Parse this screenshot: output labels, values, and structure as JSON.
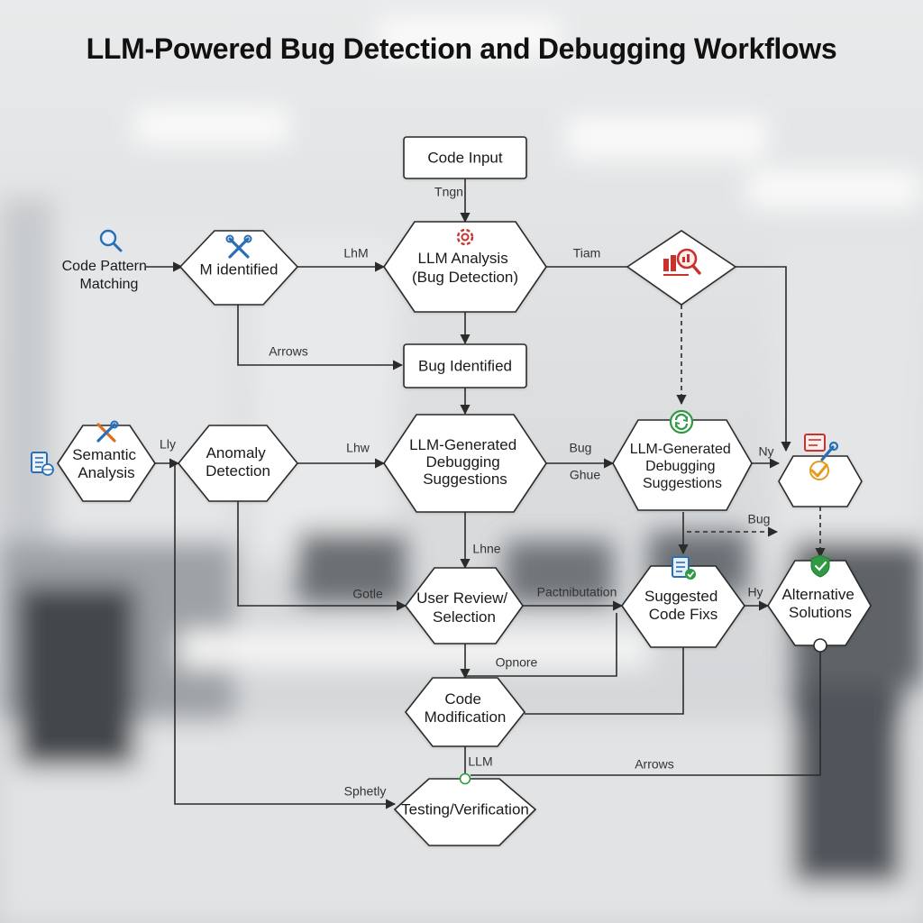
{
  "title": "LLM-Powered Bug Detection and Debugging Workflows",
  "nodes": {
    "code_input": "Code Input",
    "code_pattern_matching": [
      "Code Pattern",
      "Matching"
    ],
    "m_identified": "M identified",
    "llm_analysis": [
      "LLM Analysis",
      "(Bug Detection)"
    ],
    "bug_identified": "Bug Identified",
    "semantic_analysis": [
      "Semantic",
      "Analysis"
    ],
    "anomaly_detection": [
      "Anomaly",
      "Detection"
    ],
    "llm_generated_suggestions_1": [
      "LLM-Generated",
      "Debugging",
      "Suggestions"
    ],
    "llm_generated_suggestions_2": [
      "LLM-Generated",
      "Debugging",
      "Suggestions"
    ],
    "user_review": [
      "User Review/",
      "Selection"
    ],
    "suggested_code_fixes": [
      "Suggested",
      "Code Fixs"
    ],
    "alternative_solutions": [
      "Alternative",
      "Solutions"
    ],
    "code_modification": [
      "Code",
      "Modification"
    ],
    "testing_verification": "Testing/Verification"
  },
  "edge_labels": {
    "tngn": "Tngn",
    "lhm_top": "LhM",
    "tiam": "Tiam",
    "arrows_top": "Arrows",
    "lly": "Lly",
    "lhw": "Lhw",
    "bug_a": "Bug",
    "ghue": "Ghue",
    "ny": "Ny",
    "lhne": "Lhne",
    "bug_b": "Bug",
    "gotle": "Gotle",
    "pactnibutation": "Pactnibutation",
    "hy": "Hy",
    "opnore": "Opnore",
    "llm_bottom": "LLM",
    "arrows_bottom": "Arrows",
    "sphetly": "Sphetly"
  },
  "icons": {
    "search": "magnifier-icon",
    "tools": "wrench-screwdriver-icon",
    "bug_gear": "bug-gear-icon",
    "chart_magnifier": "chart-magnifier-icon",
    "document": "document-globe-icon",
    "refresh": "refresh-icon",
    "checklist": "checklist-icon",
    "shield_check": "shield-check-icon",
    "task_wrench": "task-wrench-icon"
  },
  "colors": {
    "node_fill": "#ffffff",
    "stroke": "#2b2b2b",
    "accent_blue": "#2a6fb5",
    "accent_red": "#c8312c",
    "accent_green": "#2f9a43",
    "accent_orange": "#e49a1f"
  }
}
